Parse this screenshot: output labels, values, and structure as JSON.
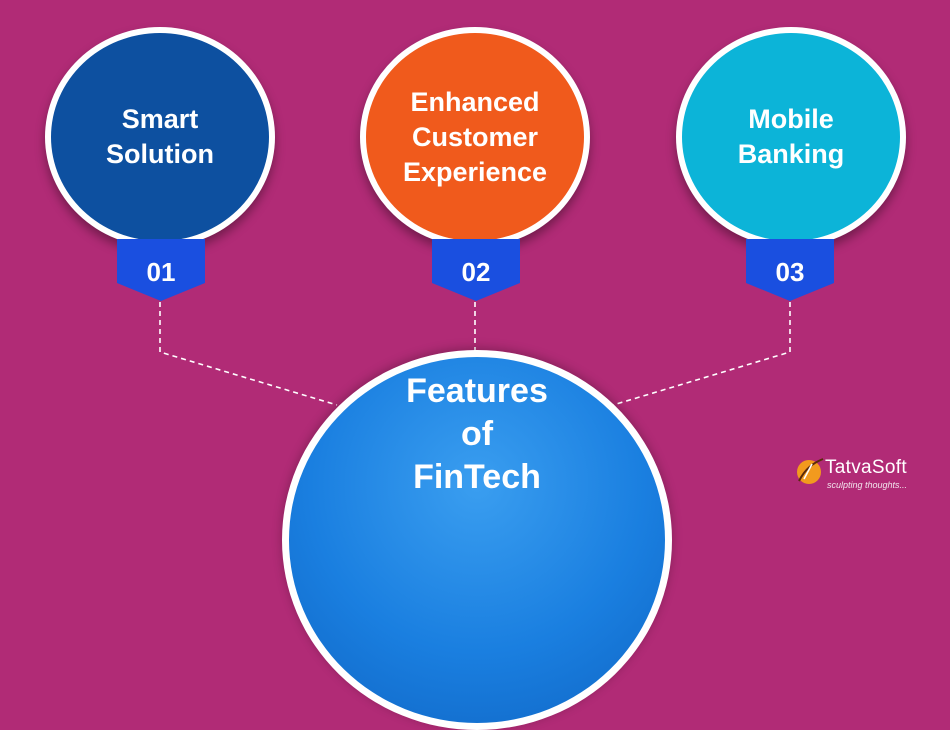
{
  "features": [
    {
      "title": "Smart\nSolution",
      "number": "01",
      "color": "#0d50a0"
    },
    {
      "title": "Enhanced\nCustomer\nExperience",
      "number": "02",
      "color": "#f05a1c"
    },
    {
      "title": "Mobile\nBanking",
      "number": "03",
      "color": "#0cb4d8"
    }
  ],
  "hub": {
    "title": "Features\nof\nFinTech"
  },
  "logo": {
    "name": "TatvaSoft",
    "tagline": "sculpting thoughts..."
  },
  "colors": {
    "background": "#b12b76",
    "tab": "#1a4fe0",
    "hub": "#1a7fe0"
  }
}
